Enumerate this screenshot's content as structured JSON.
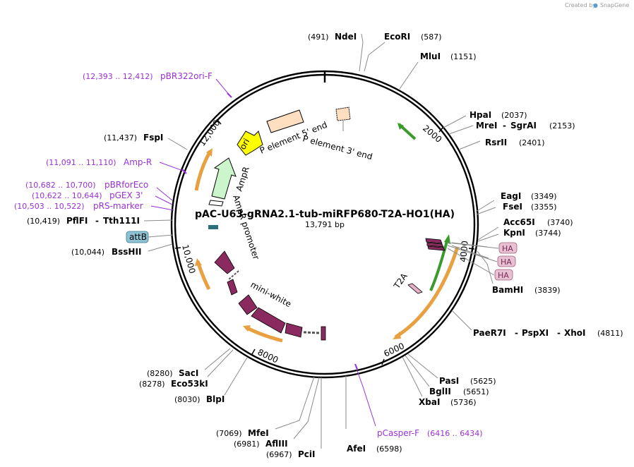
{
  "header": {
    "brand_text": "Created by",
    "brand_name": "SnapGene"
  },
  "plasmid": {
    "name": "pAC-U63-gRNA2.1-tub-miRFP680-T2A-HO1(HA)",
    "length": "13,791 bp"
  },
  "ticks": [
    "2000",
    "4000",
    "6000",
    "8000",
    "10,000",
    "12,000"
  ],
  "enzymes": [
    {
      "name": "NdeI",
      "pos": "(491)"
    },
    {
      "name": "EcoRI",
      "pos": "(587)"
    },
    {
      "name": "MluI",
      "pos": "(1151)"
    },
    {
      "name": "HpaI",
      "pos": "(2037)"
    },
    {
      "name": "MreI",
      "pos": "(2153)"
    },
    {
      "name": "SgrAI",
      "pos": ""
    },
    {
      "name": "RsrII",
      "pos": "(2401)"
    },
    {
      "name": "EagI",
      "pos": "(3349)"
    },
    {
      "name": "FseI",
      "pos": "(3355)"
    },
    {
      "name": "Acc65I",
      "pos": "(3740)"
    },
    {
      "name": "KpnI",
      "pos": "(3744)"
    },
    {
      "name": "BamHI",
      "pos": "(3839)"
    },
    {
      "name": "PaeR7I",
      "pos": "(4811)"
    },
    {
      "name": "PspXI",
      "pos": ""
    },
    {
      "name": "XhoI",
      "pos": ""
    },
    {
      "name": "PasI",
      "pos": "(5625)"
    },
    {
      "name": "BglII",
      "pos": "(5651)"
    },
    {
      "name": "XbaI",
      "pos": "(5736)"
    },
    {
      "name": "AfeI",
      "pos": "(6598)"
    },
    {
      "name": "PciI",
      "pos": "(6967)"
    },
    {
      "name": "AflIII",
      "pos": "(6981)"
    },
    {
      "name": "MfeI",
      "pos": "(7069)"
    },
    {
      "name": "BlpI",
      "pos": "(8030)"
    },
    {
      "name": "Eco53kI",
      "pos": "(8278)"
    },
    {
      "name": "SacI",
      "pos": "(8280)"
    },
    {
      "name": "BssHII",
      "pos": "(10,044)"
    },
    {
      "name": "PflFI",
      "pos": "(10,419)"
    },
    {
      "name": "Tth111I",
      "pos": ""
    },
    {
      "name": "FspI",
      "pos": "(11,437)"
    }
  ],
  "primers": [
    {
      "name": "pBR322ori-F",
      "range": "(12,393 .. 12,412)"
    },
    {
      "name": "Amp-R",
      "range": "(11,091 .. 11,110)"
    },
    {
      "name": "pBRforEco",
      "range": "(10,682 .. 10,700)"
    },
    {
      "name": "pGEX 3'",
      "range": "(10,622 .. 10,644)"
    },
    {
      "name": "pRS-marker",
      "range": "(10,503 .. 10,522)"
    },
    {
      "name": "pCasper-F",
      "range": "(6416 .. 6434)"
    }
  ],
  "features": {
    "ori": "ori",
    "p5": "P element 5' end",
    "p3": "P element 3' end",
    "ampr": "AmpR",
    "ampr_promoter": "AmpR promoter",
    "mini_white": "mini-white",
    "t2a": "T2A",
    "attb": "attB",
    "ha": [
      "HA",
      "HA",
      "HA"
    ]
  },
  "colors": {
    "backbone": "#000000",
    "ori": "#ffff00",
    "ampr": "#ccf5cc",
    "p_element": "#ffdfc0",
    "mini_white": "#8b2a5e",
    "green_arrow": "#3a9a2a",
    "orange_arrow": "#e8a040",
    "attb": "#8ec3d6",
    "ha": "#e7c0d2",
    "primer": "#9b30d8"
  }
}
